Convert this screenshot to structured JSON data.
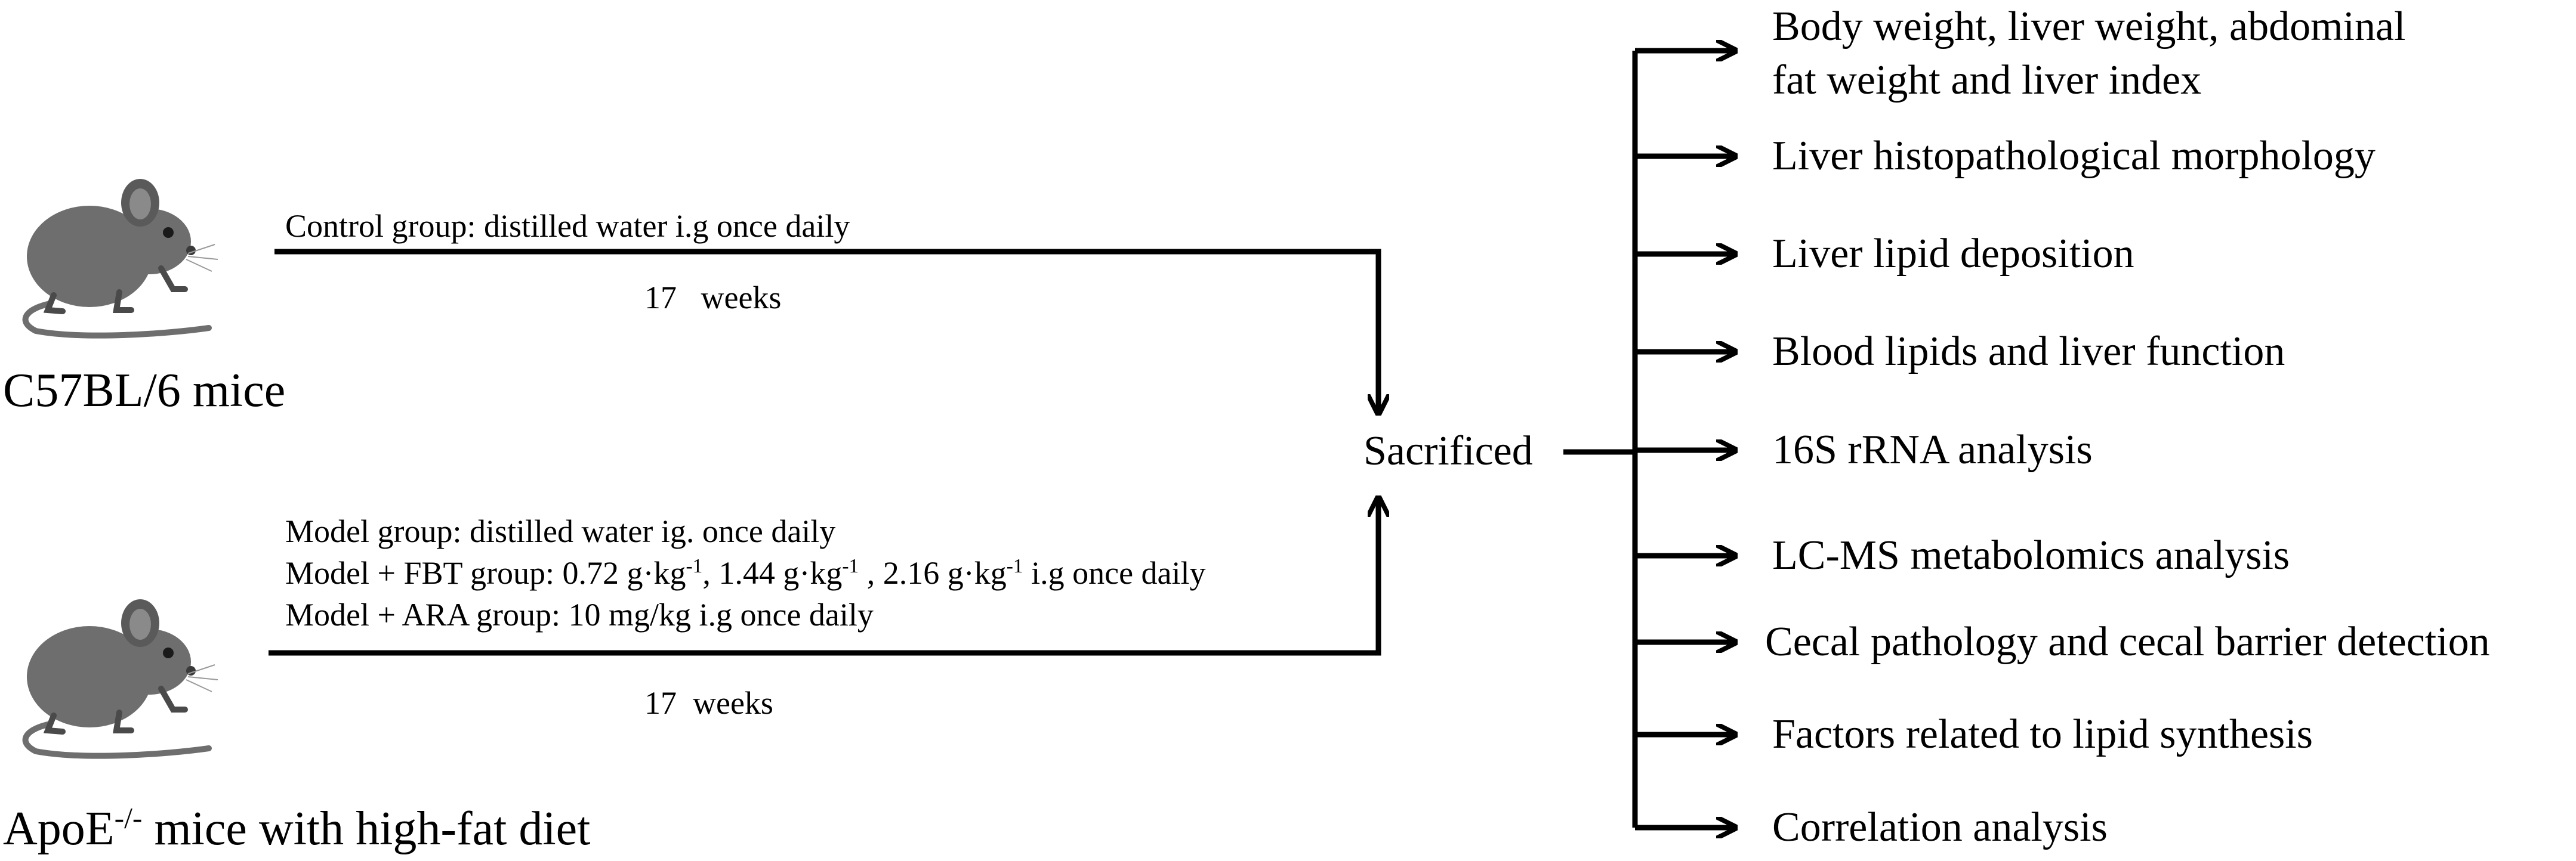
{
  "groups": {
    "control": {
      "label": "C57BL/6 mice",
      "treatment": "Control group: distilled water i.g once daily",
      "duration": "17   weeks"
    },
    "model": {
      "label_main": "ApoE",
      "label_sup": "-/-",
      "label_rest": " mice with high-fat diet",
      "treatment_lines": [
        "Model group: distilled water ig. once daily",
        "Model + FBT group: 0.72 g·kg-1, 1.44 g·kg-1 , 2.16 g·kg-1 i.g once daily",
        "Model + ARA group: 10 mg/kg i.g once daily"
      ],
      "fbt_prefix": "Model + FBT group: 0.72 g·kg",
      "fbt_mid1": ", 1.44 g·kg",
      "fbt_mid2": " , 2.16 g·kg",
      "fbt_suffix": " i.g once daily",
      "fbt_sup": "-1",
      "duration": "17  weeks"
    }
  },
  "center": {
    "label": "Sacrificed"
  },
  "outcomes": [
    "Body weight, liver weight, abdominal",
    "fat weight and liver index",
    "Liver histopathological morphology",
    "Liver lipid deposition",
    "Blood lipids and liver function",
    "16S rRNA analysis",
    "LC-MS metabolomics analysis",
    "Cecal pathology and cecal barrier detection",
    "Factors related to lipid synthesis",
    "Correlation analysis"
  ],
  "colors": {
    "mouse": "#6e6e6e",
    "mouse_dark": "#4a4a4a",
    "line": "#000000"
  },
  "icons": [
    "mouse-icon",
    "arrow-icon"
  ]
}
